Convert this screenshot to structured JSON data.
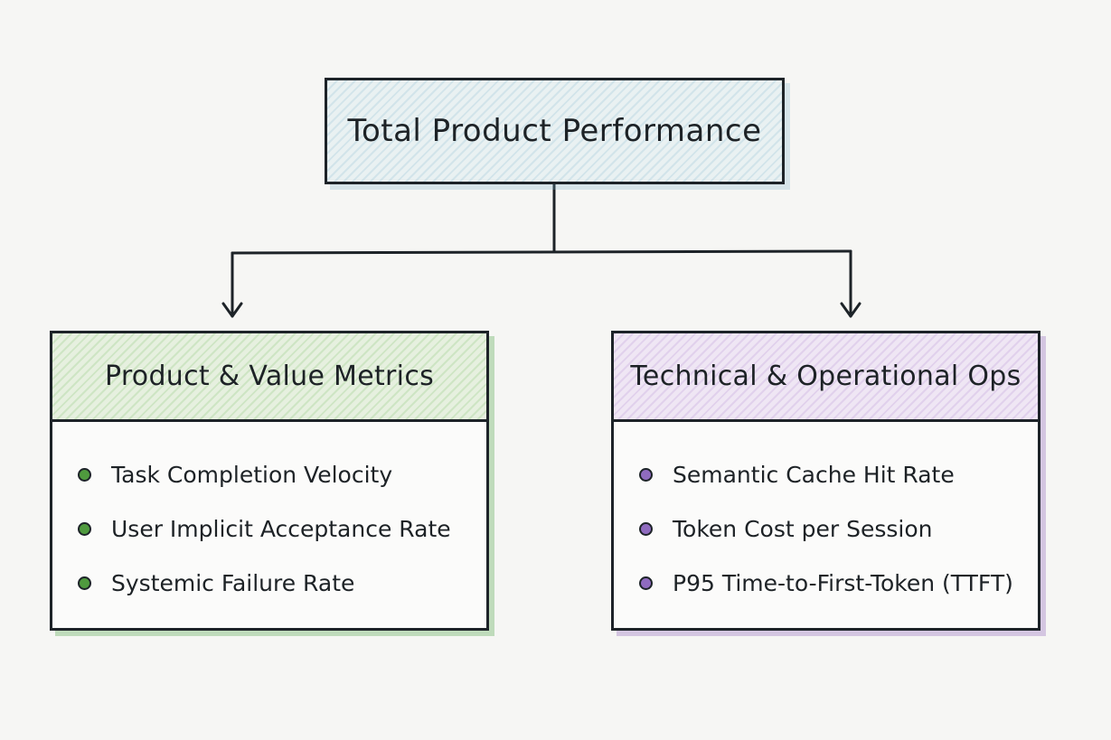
{
  "root": {
    "title": "Total Product Performance",
    "color": "#e9f1f2"
  },
  "branches": [
    {
      "title": "Product & Value Metrics",
      "accent": "#4f9a3e",
      "items": [
        "Task Completion Velocity",
        "User Implicit Acceptance Rate",
        "Systemic Failure Rate"
      ]
    },
    {
      "title": "Technical & Operational Ops",
      "accent": "#8f6bbf",
      "items": [
        "Semantic Cache Hit Rate",
        "Token Cost per Session",
        "P95 Time-to-First-Token (TTFT)"
      ]
    }
  ]
}
